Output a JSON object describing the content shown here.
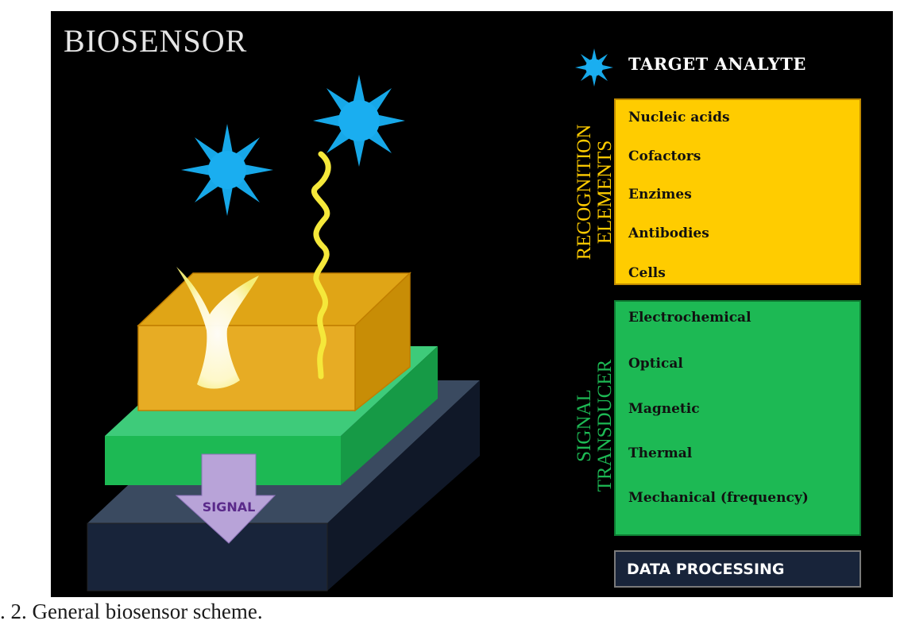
{
  "title": "BIOSENSOR",
  "legend": {
    "icon": "analyte-star-icon",
    "label": "TARGET ANALYTE"
  },
  "recognition": {
    "label_line1": "RECOGNITION",
    "label_line2": "ELEMENTS",
    "items": [
      "Nucleic acids",
      "Cofactors",
      "Enzimes",
      "Antibodies",
      "Cells"
    ],
    "color": "#ffcc00"
  },
  "transducer": {
    "label_line1": "SIGNAL",
    "label_line2": "TRANSDUCER",
    "items": [
      "Electrochemical",
      "Optical",
      "Magnetic",
      "Thermal",
      "Mechanical (frequency)"
    ],
    "color": "#1db954"
  },
  "data_processing": {
    "label": "DATA PROCESSING",
    "color": "#18243a"
  },
  "signal_arrow": {
    "label": "SIGNAL"
  },
  "caption": ". 2. General biosensor scheme."
}
